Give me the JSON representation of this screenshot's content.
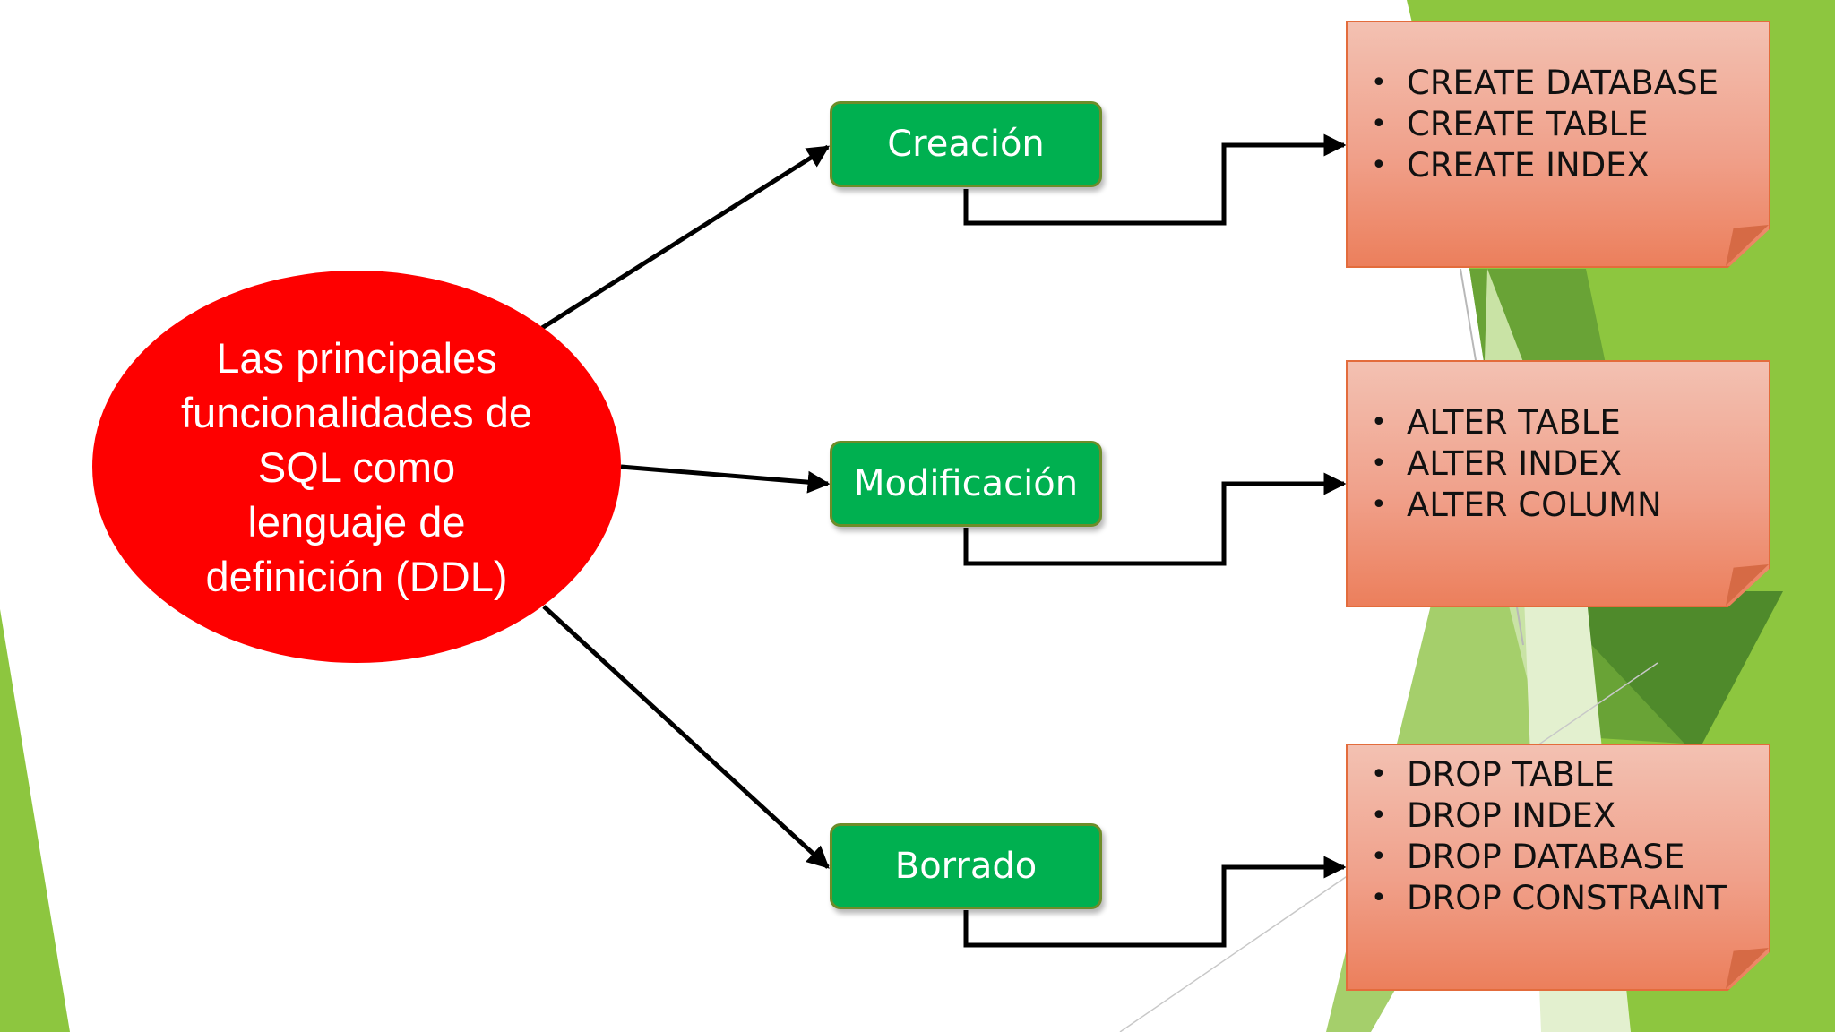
{
  "slide": {
    "center_label": "Las principales funcionalidades de SQL como lenguaje de definición (DDL)",
    "categories": [
      {
        "label": "Creación",
        "items": [
          "CREATE DATABASE",
          "CREATE TABLE",
          "CREATE INDEX"
        ]
      },
      {
        "label": "Modificación",
        "items": [
          "ALTER TABLE",
          "ALTER INDEX",
          "ALTER COLUMN"
        ]
      },
      {
        "label": "Borrado",
        "items": [
          "DROP TABLE",
          "DROP INDEX",
          "DROP DATABASE",
          "DROP CONSTRAINT"
        ]
      }
    ]
  },
  "colors": {
    "ellipse": "#fe0000",
    "category_box": "#00b050",
    "note_fill": "#f0a08a",
    "accent_green": "#8dc63f"
  }
}
